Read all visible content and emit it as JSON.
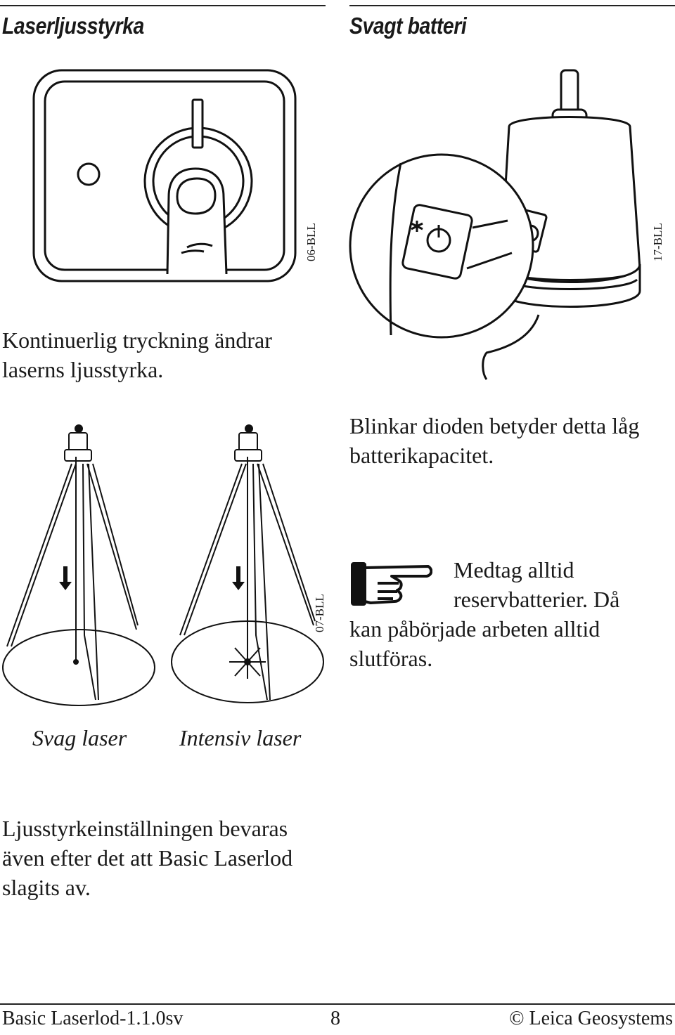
{
  "left_column": {
    "heading": "Laserljusstyrka",
    "figure_code": "06-BLL",
    "paragraph_lines": [
      "Kontinuerlig tryckning ändrar",
      "laserns ljusstyrka."
    ],
    "tripod_figure_code": "07-BLL",
    "captions": {
      "weak": "Svag laser",
      "intense": "Intensiv laser"
    }
  },
  "right_column": {
    "heading": "Svagt batteri",
    "figure_code": "17-BLL",
    "paragraph_lines": [
      "Blinkar dioden betyder detta låg",
      "batterikapacitet."
    ],
    "note_lines": [
      "Medtag alltid",
      "reservbatterier. Då",
      "kan påbörjade arbeten alltid",
      "slutföras."
    ]
  },
  "bottom_paragraph_lines": [
    "Ljusstyrkeinställningen bevaras",
    "även efter det att Basic Laserlod",
    "slagits av."
  ],
  "footer": {
    "left": "Basic Laserlod-1.1.0sv",
    "page_number": "8",
    "right": "© Leica Geosystems"
  },
  "icons": [
    "power-button-icon",
    "pointing-hand-icon",
    "laser-star-icon",
    "power-symbol-icon"
  ]
}
